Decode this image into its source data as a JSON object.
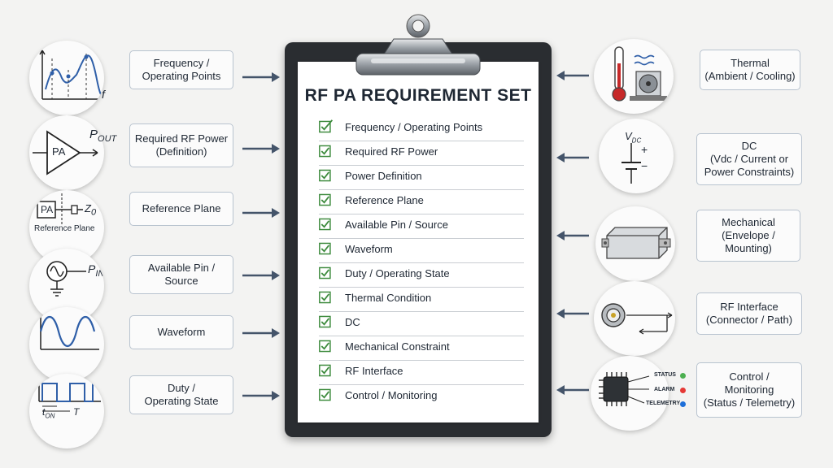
{
  "title": "RF PA REQUIREMENT SET",
  "checklist": [
    "Frequency / Operating Points",
    "Required RF Power",
    "Power Definition",
    "Reference Plane",
    "Available Pin / Source",
    "Waveform",
    "Duty / Operating State",
    "Thermal Condition",
    "DC",
    "Mechanical Constraint",
    "RF Interface",
    "Control / Monitoring"
  ],
  "left_labels": [
    "Frequency /\nOperating Points",
    "Required RF Power\n(Definition)",
    "Reference Plane",
    "Available Pin /\nSource",
    "Waveform",
    "Duty /\nOperating State"
  ],
  "right_labels": [
    "Thermal\n(Ambient / Cooling)",
    "DC\n(Vdc / Current or\nPower Constraints)",
    "Mechanical\n(Envelope /\nMounting)",
    "RF Interface\n(Connector / Path)",
    "Control /\nMonitoring\n(Status / Telemetry)"
  ],
  "icon_text": {
    "freq_axis": "f",
    "pa": "PA",
    "pout": "P",
    "pout_sub": "OUT",
    "ref_pa": "PA",
    "z0": "Z",
    "z0_sub": "0",
    "ref_caption": "Reference Plane",
    "pin": "P",
    "pin_sub": "IN",
    "ton": "t",
    "ton_sub": "ON",
    "period": "T",
    "vdc": "V",
    "vdc_sub": "DC",
    "plus": "+",
    "minus": "−",
    "status": "STATUS",
    "alarm": "ALARM",
    "telemetry": "TELEMETRY"
  },
  "colors": {
    "check_green": "#3c8a3c",
    "arrow": "#44546a",
    "trace_blue": "#2f5fa8",
    "thermo_red": "#c62828",
    "led_green": "#4caf50",
    "led_red": "#e53935",
    "led_blue": "#1e6fd9"
  }
}
